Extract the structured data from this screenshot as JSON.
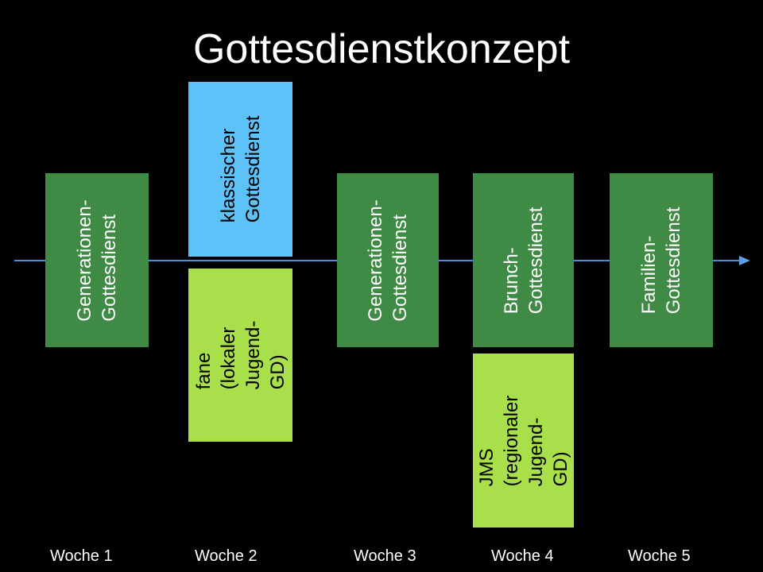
{
  "title": "Gottesdienstkonzept",
  "colors": {
    "background": "#000000",
    "dark_green": "#3f8a45",
    "light_green": "#a8df4a",
    "light_blue": "#5cc2f7",
    "timeline": "#4a90d9"
  },
  "boxes": [
    {
      "id": "generationen-1",
      "text": "Generationen-\nGottesdienst"
    },
    {
      "id": "klassischer",
      "text": "klassischer\nGottesdienst"
    },
    {
      "id": "fane",
      "text": "fane (lokaler\nJugend-GD)"
    },
    {
      "id": "generationen-3",
      "text": "Generationen-\nGottesdienst"
    },
    {
      "id": "brunch",
      "text": "Brunch-\nGottesdienst"
    },
    {
      "id": "jms",
      "text": "JMS\n(regionaler\nJugend-GD)"
    },
    {
      "id": "familien",
      "text": "Familien-\nGottesdienst"
    }
  ],
  "weeks": [
    "Woche 1",
    "Woche 2",
    "Woche 3",
    "Woche 4",
    "Woche 5"
  ]
}
